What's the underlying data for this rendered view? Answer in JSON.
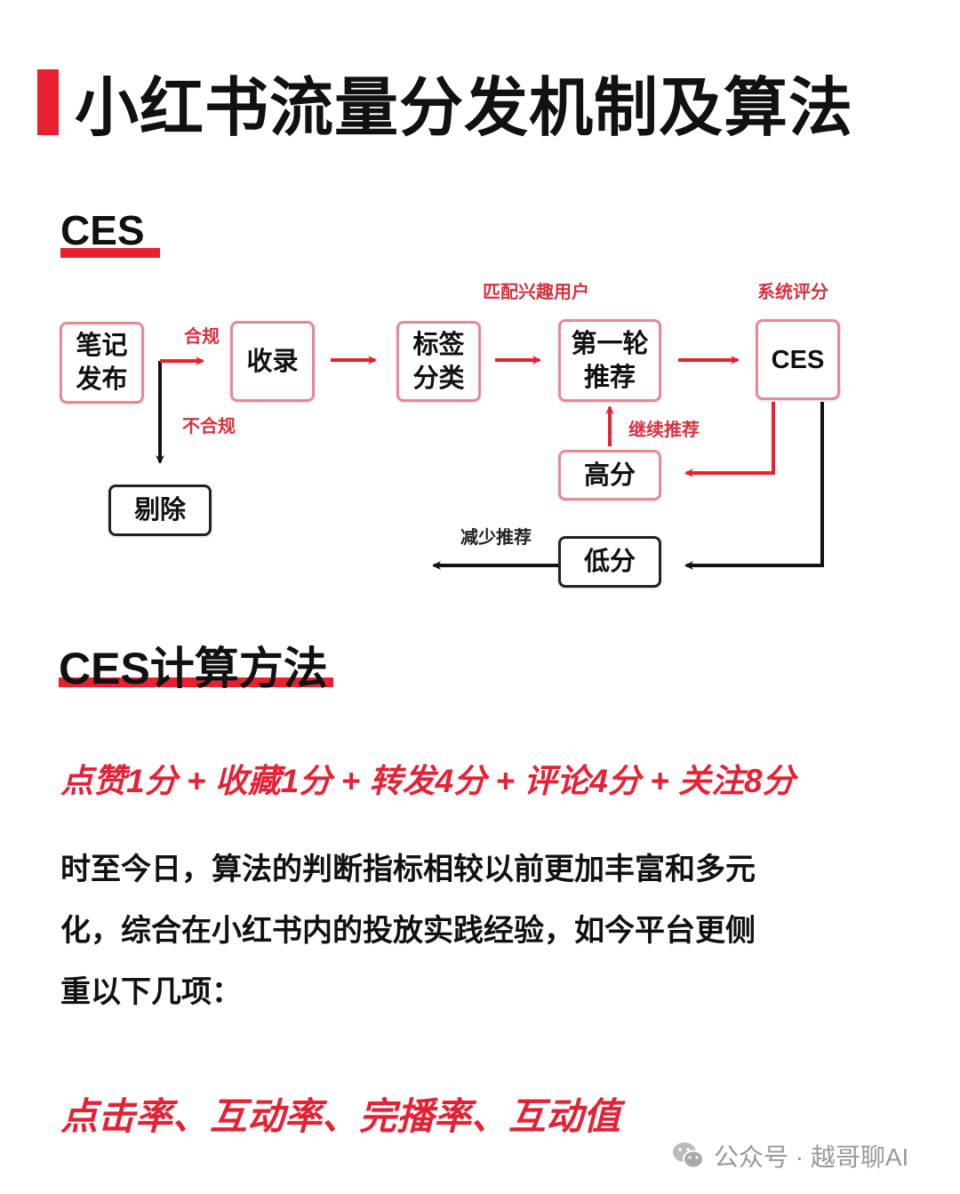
{
  "title": "小红书流量分发机制及算法",
  "section1": {
    "heading": "CES"
  },
  "diagram": {
    "nodes": {
      "publish": "笔记\n发布",
      "index": "收录",
      "tag": "标签\n分类",
      "first_round": "第一轮\n推荐",
      "ces": "CES",
      "high": "高分",
      "low": "低分",
      "remove": "剔除"
    },
    "labels": {
      "compliant": "合规",
      "noncompliant": "不合规",
      "match": "匹配兴趣用户",
      "score": "系统评分",
      "continue": "继续推荐",
      "reduce": "减少推荐"
    },
    "colors": {
      "accent": "#e8202f",
      "dark": "#111111"
    }
  },
  "section2": {
    "heading": "CES计算方法",
    "formula": "点赞1分 + 收藏1分 + 转发4分 + 评论4分 + 关注8分",
    "paragraph_lines": [
      "时至今日，算法的判断指标相较以前更加丰富和多元",
      "化，综合在小红书内的投放实践经验，如今平台更侧",
      "重以下几项："
    ],
    "metrics": "点击率、互动率、完播率、互动值"
  },
  "watermark": {
    "icon": "wechat-icon",
    "text": "公众号 · 越哥聊AI"
  }
}
